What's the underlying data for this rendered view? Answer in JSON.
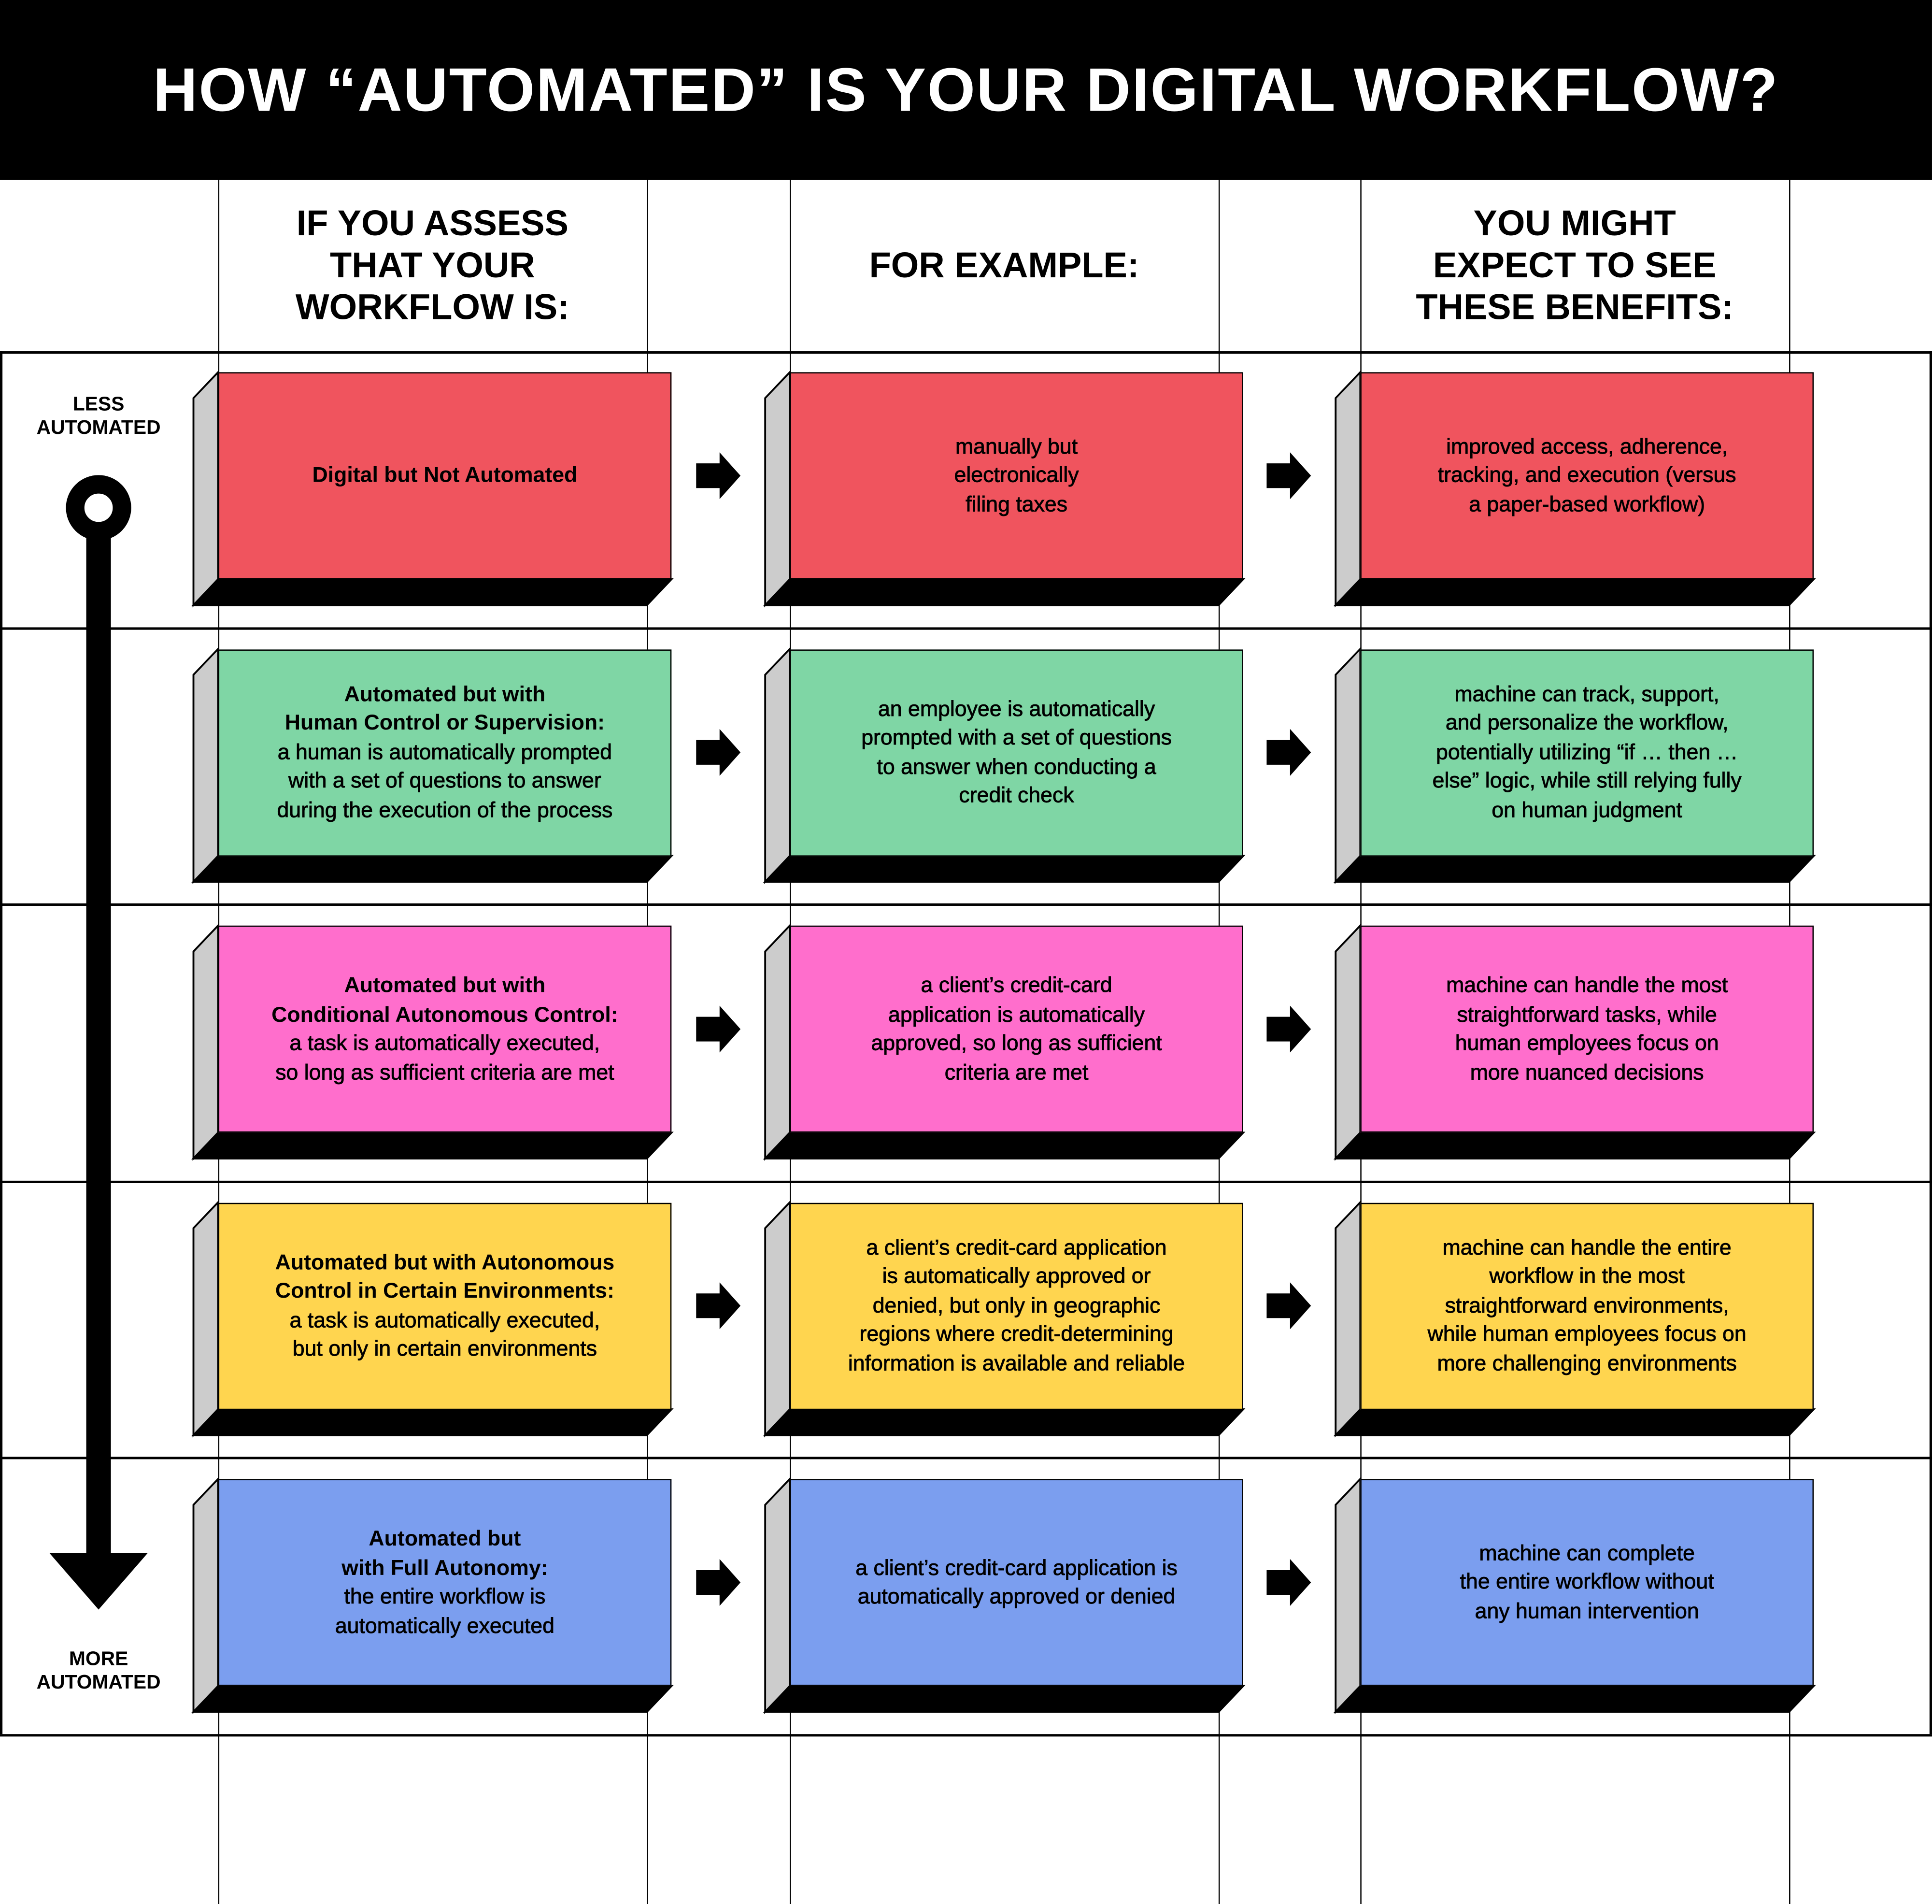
{
  "title": "HOW “AUTOMATED” IS YOUR DIGITAL WORKFLOW?",
  "column_headers": [
    "IF YOU ASSESS\nTHAT YOUR\nWORKFLOW IS:",
    "FOR EXAMPLE:",
    "YOU MIGHT\nEXPECT TO SEE\nTHESE BENEFITS:"
  ],
  "scale": {
    "top_label": "LESS\nAUTOMATED",
    "bottom_label": "MORE\nAUTOMATED"
  },
  "colors": {
    "side": "#CCCCCC",
    "shadow": "#000000"
  },
  "rows": [
    {
      "color": "#F0545E",
      "level": {
        "title": "Digital but Not Automated",
        "desc": ""
      },
      "example": "manually but\nelectronically\nfiling taxes",
      "benefit": "improved access, adherence,\ntracking, and execution (versus\na paper-based workflow)"
    },
    {
      "color": "#7FD6A5",
      "level": {
        "title": "Automated but with\nHuman Control or Supervision:",
        "desc": "a human is automatically prompted\nwith a set of questions to answer\nduring the execution of the process"
      },
      "example": "an employee is automatically\nprompted with a set of questions\nto answer when conducting a\ncredit check",
      "benefit": "machine can track, support,\nand personalize the workflow,\npotentially utilizing “if … then …\nelse” logic, while still relying fully\non human judgment"
    },
    {
      "color": "#FF6ECC",
      "level": {
        "title": "Automated but with\nConditional Autonomous Control:",
        "desc": "a task is automatically executed,\nso long as sufficient criteria are met"
      },
      "example": "a client’s credit-card\napplication is automatically\napproved, so long as sufficient\ncriteria are met",
      "benefit": "machine can handle the most\nstraightforward tasks, while\nhuman employees focus on\nmore nuanced decisions"
    },
    {
      "color": "#FFD54F",
      "level": {
        "title": "Automated but with Autonomous\nControl in Certain Environments:",
        "desc": "a task is automatically executed,\nbut only in certain environments"
      },
      "example": "a client’s credit-card application\nis automatically approved or\ndenied, but only in geographic\nregions where credit-determining\ninformation is available and reliable",
      "benefit": "machine can handle the entire\nworkflow in the most\nstraightforward environments,\nwhile human employees focus on\nmore challenging environments"
    },
    {
      "color": "#7B9EEF",
      "level": {
        "title": "Automated but\nwith Full Autonomy:",
        "desc": "the entire workflow is\nautomatically executed"
      },
      "example": "a client’s credit-card application is\nautomatically approved or denied",
      "benefit": "machine can complete\nthe entire workflow without\nany human intervention"
    }
  ]
}
